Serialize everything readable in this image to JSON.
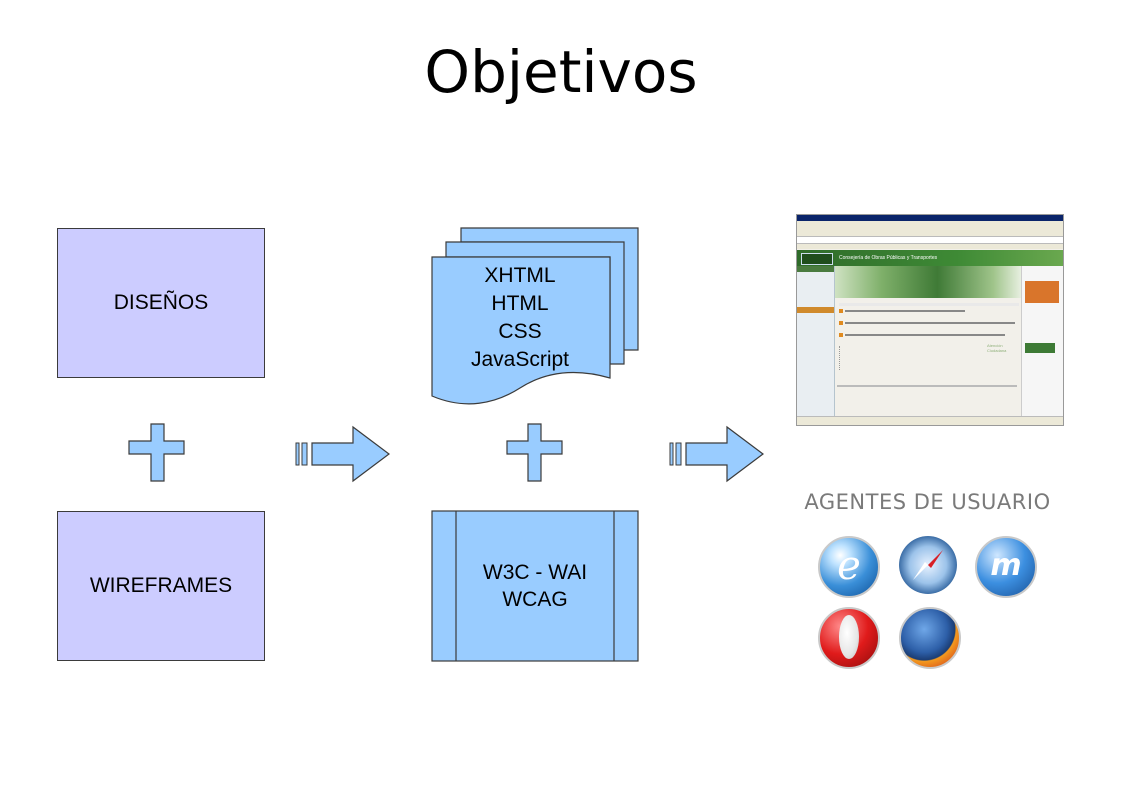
{
  "title": "Objetivos",
  "boxes": {
    "designs": "DISEÑOS",
    "wireframes": "WIREFRAMES",
    "document_lines": [
      "XHTML",
      "HTML",
      "CSS",
      "JavaScript"
    ],
    "standards_lines": [
      "W3C - WAI",
      "WCAG"
    ]
  },
  "agents_label": "AGENTES DE USUARIO",
  "screenshot": {
    "site_name": "Consejería de Obras Públicas y Transportes",
    "side_badge": "Atención Ciudadana"
  },
  "browser_icons": [
    "internet-explorer-icon",
    "safari-icon",
    "maxthon-icon",
    "opera-icon",
    "firefox-icon"
  ],
  "colors": {
    "purple_box": "#ccccff",
    "blue_shape": "#99ccff",
    "arrow_fill": "#99ccff",
    "agents_text": "#7a7a7a"
  }
}
